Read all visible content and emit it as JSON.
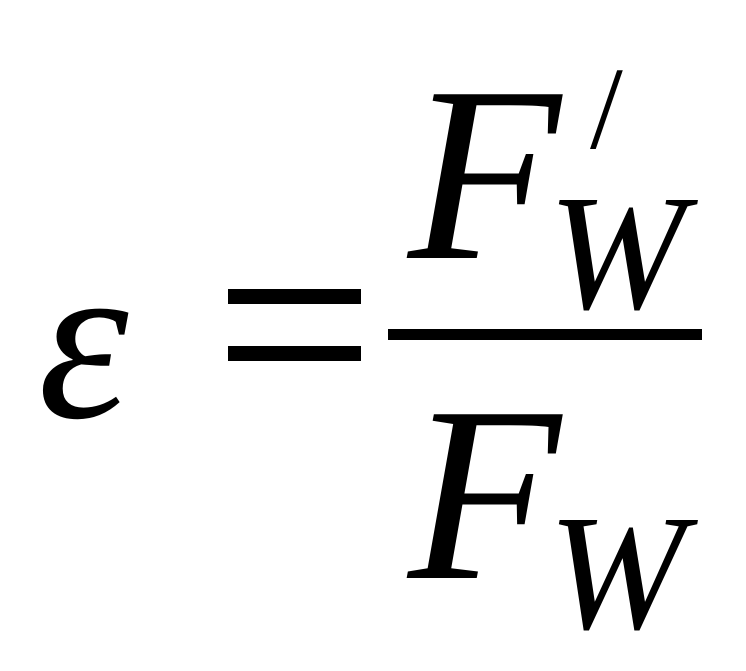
{
  "formula": {
    "lhs": "ε",
    "numerator": {
      "base": "F",
      "subscript": "W",
      "superscript": "/"
    },
    "denominator": {
      "base": "F",
      "subscript": "W"
    }
  }
}
